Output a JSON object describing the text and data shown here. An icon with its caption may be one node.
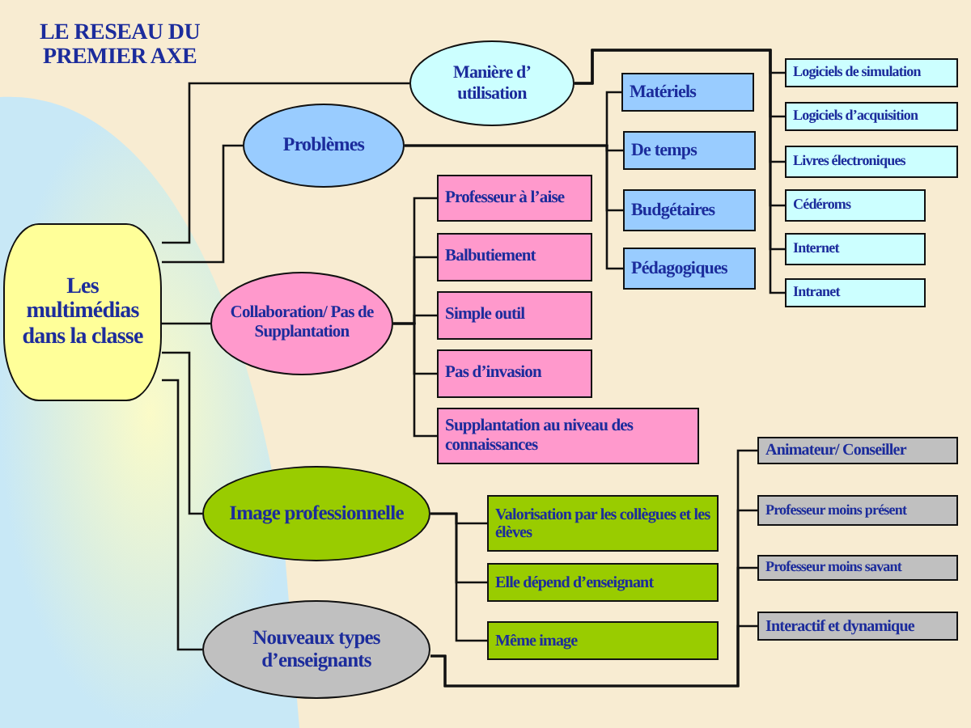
{
  "diagram": {
    "title": "LE RESEAU DU PREMIER AXE",
    "nodes": [
      {
        "text": [
          "Les multimédias dans la classe"
        ]
      },
      {
        "text": [
          "Manière d’ utilisation"
        ]
      },
      {
        "text": [
          "Problèmes"
        ]
      },
      {
        "text": [
          "Collaboration/ Pas de Supplantation"
        ]
      },
      {
        "text": [
          "Image professionnelle"
        ]
      },
      {
        "text": [
          "Nouveaux types d’enseignants"
        ]
      },
      {
        "text": [
          "Logiciels de simulation"
        ]
      },
      {
        "text": [
          "Logiciels d’acquisition"
        ]
      },
      {
        "text": [
          "Livres électroniques"
        ]
      },
      {
        "text": [
          "Cédéroms"
        ]
      },
      {
        "text": [
          "Internet"
        ]
      },
      {
        "text": [
          "Intranet"
        ]
      },
      {
        "text": [
          "Matériels"
        ]
      },
      {
        "text": [
          "De temps"
        ]
      },
      {
        "text": [
          "Budgétaires"
        ]
      },
      {
        "text": [
          "Pédagogiques"
        ]
      },
      {
        "text": [
          "Professeur à l’aise"
        ]
      },
      {
        "text": [
          "Balbutiement"
        ]
      },
      {
        "text": [
          "Simple outil"
        ]
      },
      {
        "text": [
          "Pas d’invasion"
        ]
      },
      {
        "text": [
          "Supplantation au niveau des connaissances"
        ]
      },
      {
        "text": [
          "Valorisation par les collègues et les élèves"
        ]
      },
      {
        "text": [
          "Elle dépend d’enseignant"
        ]
      },
      {
        "text": [
          "Même image"
        ]
      },
      {
        "text": [
          "Animateur/ Conseiller"
        ]
      },
      {
        "text": [
          "Professeur moins présent"
        ]
      },
      {
        "text": [
          "Professeur moins savant"
        ]
      },
      {
        "text": [
          "Interactif et dynamique"
        ]
      }
    ],
    "edges": [
      {
        "from": 0,
        "to": 1,
        "arrow": "none"
      },
      {
        "from": 0,
        "to": 2,
        "arrow": "none"
      },
      {
        "from": 0,
        "to": 3,
        "arrow": "none"
      },
      {
        "from": 0,
        "to": 4,
        "arrow": "none"
      },
      {
        "from": 0,
        "to": 5,
        "arrow": "none"
      },
      {
        "from": 1,
        "to": 6,
        "arrow": "none"
      },
      {
        "from": 1,
        "to": 7,
        "arrow": "none"
      },
      {
        "from": 1,
        "to": 8,
        "arrow": "none"
      },
      {
        "from": 1,
        "to": 9,
        "arrow": "none"
      },
      {
        "from": 1,
        "to": 10,
        "arrow": "none"
      },
      {
        "from": 1,
        "to": 11,
        "arrow": "none"
      },
      {
        "from": 2,
        "to": 12,
        "arrow": "none"
      },
      {
        "from": 2,
        "to": 13,
        "arrow": "none"
      },
      {
        "from": 2,
        "to": 14,
        "arrow": "none"
      },
      {
        "from": 2,
        "to": 15,
        "arrow": "none"
      },
      {
        "from": 3,
        "to": 16,
        "arrow": "none"
      },
      {
        "from": 3,
        "to": 17,
        "arrow": "none"
      },
      {
        "from": 3,
        "to": 18,
        "arrow": "none"
      },
      {
        "from": 3,
        "to": 19,
        "arrow": "none"
      },
      {
        "from": 3,
        "to": 20,
        "arrow": "none"
      },
      {
        "from": 4,
        "to": 21,
        "arrow": "none"
      },
      {
        "from": 4,
        "to": 22,
        "arrow": "none"
      },
      {
        "from": 4,
        "to": 23,
        "arrow": "none"
      },
      {
        "from": 5,
        "to": 24,
        "arrow": "none"
      },
      {
        "from": 5,
        "to": 25,
        "arrow": "none"
      },
      {
        "from": 5,
        "to": 26,
        "arrow": "none"
      },
      {
        "from": 5,
        "to": 27,
        "arrow": "none"
      }
    ]
  }
}
